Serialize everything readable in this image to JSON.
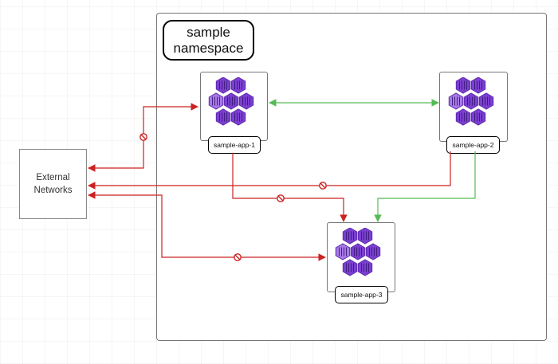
{
  "namespace": {
    "title": "sample\nnamespace"
  },
  "external": {
    "label": "External\nNetworks"
  },
  "apps": [
    {
      "label": "sample-app-1",
      "icon": "kubernetes-pods-icon"
    },
    {
      "label": "sample-app-2",
      "icon": "kubernetes-pods-icon"
    },
    {
      "label": "sample-app-3",
      "icon": "kubernetes-pods-icon"
    }
  ],
  "colors": {
    "blocked": "#cc2222",
    "allowed": "#55bb55",
    "pod_dark": "#5b2aa8",
    "pod_main": "#7b3fd1",
    "pod_light": "#a77ae6",
    "pod_line": "#3b1a78"
  },
  "connections": [
    {
      "from": "sample-app-1",
      "to": "External Networks",
      "status": "blocked"
    },
    {
      "from": "sample-app-1",
      "to": "sample-app-2",
      "status": "allowed"
    },
    {
      "from": "sample-app-2",
      "to": "External Networks",
      "status": "blocked"
    },
    {
      "from": "sample-app-1",
      "to": "sample-app-3",
      "status": "blocked"
    },
    {
      "from": "sample-app-2",
      "to": "sample-app-3",
      "status": "allowed"
    },
    {
      "from": "External Networks",
      "to": "sample-app-3",
      "status": "blocked"
    }
  ]
}
